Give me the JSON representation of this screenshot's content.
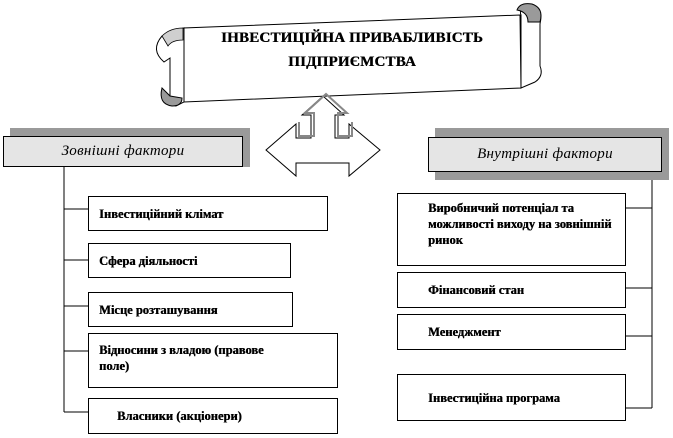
{
  "title": {
    "line1": "ІНВЕСТИЦІЙНА ПРИВАБЛИВІСТЬ",
    "line2": "ПІДПРИЄМСТВА"
  },
  "external": {
    "heading": "Зовнішні фактори",
    "items": [
      "Інвестиційний клімат",
      "Сфера діяльності",
      "Місце розташування",
      "Відносини з владою (правове поле)",
      "Власники (акціонери)"
    ]
  },
  "internal": {
    "heading": "Внутрішні фактори",
    "items": [
      "Виробничий потенціал та можливості виходу на зовнішній ринок",
      "Фінансовий стан",
      "Менеджмент",
      "Інвестиційна програма"
    ]
  }
}
